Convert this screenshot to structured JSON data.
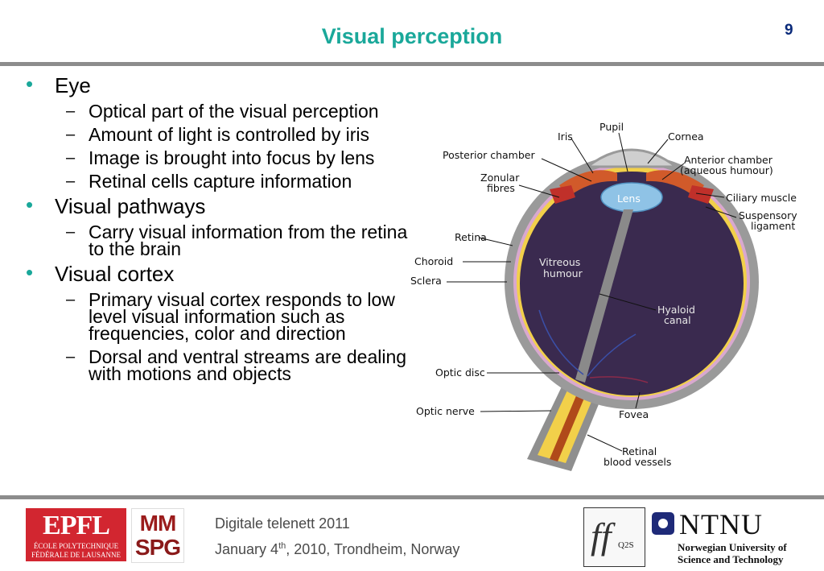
{
  "slide": {
    "title": "Visual perception",
    "page_number": "9"
  },
  "bullets": [
    {
      "text": "Eye",
      "subs": [
        "Optical part of the visual perception",
        "Amount of light is controlled by iris",
        "Image is brought into focus by lens",
        "Retinal cells capture information"
      ]
    },
    {
      "text": "Visual pathways",
      "subs": [
        "Carry visual information from the retina to the brain"
      ]
    },
    {
      "text": "Visual cortex",
      "subs": [
        "Primary visual cortex responds to low level visual information such as frequencies, color and direction",
        "Dorsal and ventral streams are dealing with motions and objects"
      ]
    }
  ],
  "diagram": {
    "labels": {
      "pupil": "Pupil",
      "iris": "Iris",
      "cornea": "Cornea",
      "posterior_chamber": "Posterior chamber",
      "anterior_chamber_1": "Anterior chamber",
      "anterior_chamber_2": "(aqueous humour)",
      "zonular_1": "Zonular",
      "zonular_2": "fibres",
      "lens": "Lens",
      "ciliary": "Ciliary muscle",
      "suspensory_1": "Suspensory",
      "suspensory_2": "ligament",
      "retina": "Retina",
      "choroid": "Choroid",
      "sclera": "Sclera",
      "vitreous_1": "Vitreous",
      "vitreous_2": "humour",
      "hyaloid_1": "Hyaloid",
      "hyaloid_2": "canal",
      "optic_disc": "Optic disc",
      "optic_nerve": "Optic nerve",
      "fovea": "Fovea",
      "retinal_1": "Retinal",
      "retinal_2": "blood vessels"
    }
  },
  "footer": {
    "line1": "Digitale telenett 2011",
    "line2_pre": "January 4",
    "line2_sup": "th",
    "line2_post": ", 2010, Trondheim, Norway"
  },
  "logos": {
    "epfl_mark": "EPFL",
    "epfl_line1": "ÉCOLE POLYTECHNIQUE",
    "epfl_line2": "FÉDÉRALE DE LAUSANNE",
    "mmspg_top": "MM",
    "mmspg_bottom": "SPG",
    "q2s_mark": "ff",
    "q2s_text": "Q2S",
    "ntnu_word": "NTNU",
    "ntnu_line1": "Norwegian University of",
    "ntnu_line2": "Science and Technology"
  },
  "colors": {
    "title": "#1aa89a",
    "page_number": "#0a2a7a",
    "rule": "#8c8c8c",
    "eye_interior": "#3a2a4f",
    "sclera": "#9a9a9a",
    "lens": "#8fc3e6",
    "epfl_red": "#d22630"
  }
}
